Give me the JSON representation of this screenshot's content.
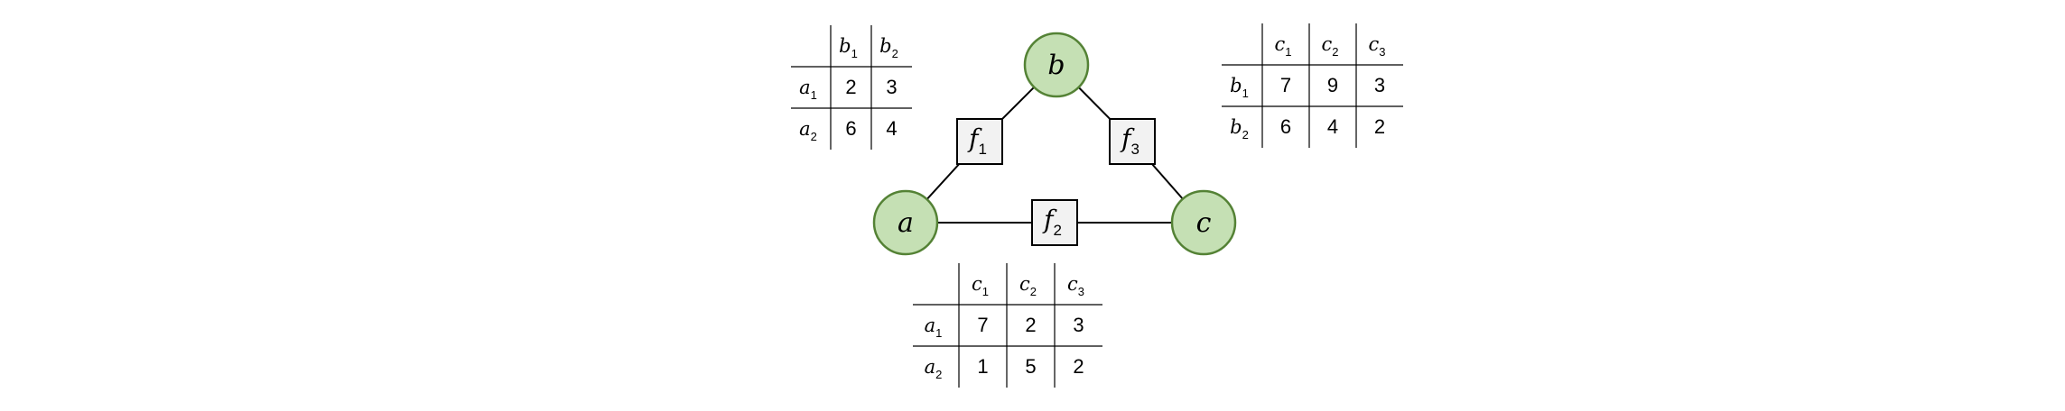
{
  "graph": {
    "variables": [
      {
        "id": "a",
        "label": "a"
      },
      {
        "id": "b",
        "label": "b"
      },
      {
        "id": "c",
        "label": "c"
      }
    ],
    "factors": [
      {
        "id": "f1",
        "letter": "f",
        "sub": "1"
      },
      {
        "id": "f2",
        "letter": "f",
        "sub": "2"
      },
      {
        "id": "f3",
        "letter": "f",
        "sub": "3"
      }
    ],
    "edges": [
      [
        "a",
        "f1"
      ],
      [
        "f1",
        "b"
      ],
      [
        "b",
        "f3"
      ],
      [
        "f3",
        "c"
      ],
      [
        "a",
        "f2"
      ],
      [
        "f2",
        "c"
      ]
    ],
    "colors": {
      "node_fill": "#c5e0b4",
      "node_stroke": "#548235",
      "factor_fill": "#f2f2f2",
      "line": "#000000"
    }
  },
  "tables": {
    "f1": {
      "columns": [
        {
          "letter": "b",
          "sub": "1"
        },
        {
          "letter": "b",
          "sub": "2"
        }
      ],
      "rows": [
        {
          "letter": "a",
          "sub": "1",
          "values": [
            "2",
            "3"
          ]
        },
        {
          "letter": "a",
          "sub": "2",
          "values": [
            "6",
            "4"
          ]
        }
      ]
    },
    "f3": {
      "columns": [
        {
          "letter": "c",
          "sub": "1"
        },
        {
          "letter": "c",
          "sub": "2"
        },
        {
          "letter": "c",
          "sub": "3"
        }
      ],
      "rows": [
        {
          "letter": "b",
          "sub": "1",
          "values": [
            "7",
            "9",
            "3"
          ]
        },
        {
          "letter": "b",
          "sub": "2",
          "values": [
            "6",
            "4",
            "2"
          ]
        }
      ]
    },
    "f2": {
      "columns": [
        {
          "letter": "c",
          "sub": "1"
        },
        {
          "letter": "c",
          "sub": "2"
        },
        {
          "letter": "c",
          "sub": "3"
        }
      ],
      "rows": [
        {
          "letter": "a",
          "sub": "1",
          "values": [
            "7",
            "2",
            "3"
          ]
        },
        {
          "letter": "a",
          "sub": "2",
          "values": [
            "1",
            "5",
            "2"
          ]
        }
      ]
    }
  }
}
